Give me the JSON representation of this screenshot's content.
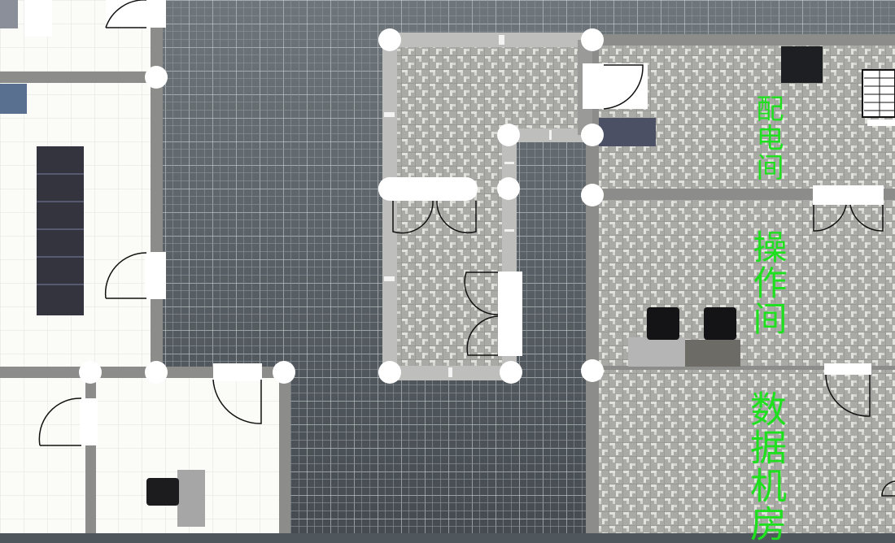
{
  "canvas": {
    "background_color": "#50575c",
    "grid_line_color": "#ffffff"
  },
  "rooms": [
    {
      "label": "配电间",
      "floor": "tile"
    },
    {
      "label": "操作间",
      "floor": "tile"
    },
    {
      "label": "数据机房",
      "floor": "tile"
    }
  ],
  "colors": {
    "label": "#1fe01f",
    "wall": "#8c8c8a",
    "selected_wall": "#bebebc",
    "handle": "#ffffff"
  },
  "selection": {
    "state": "selected-room",
    "handle_icon": "circle-handle-icon"
  }
}
